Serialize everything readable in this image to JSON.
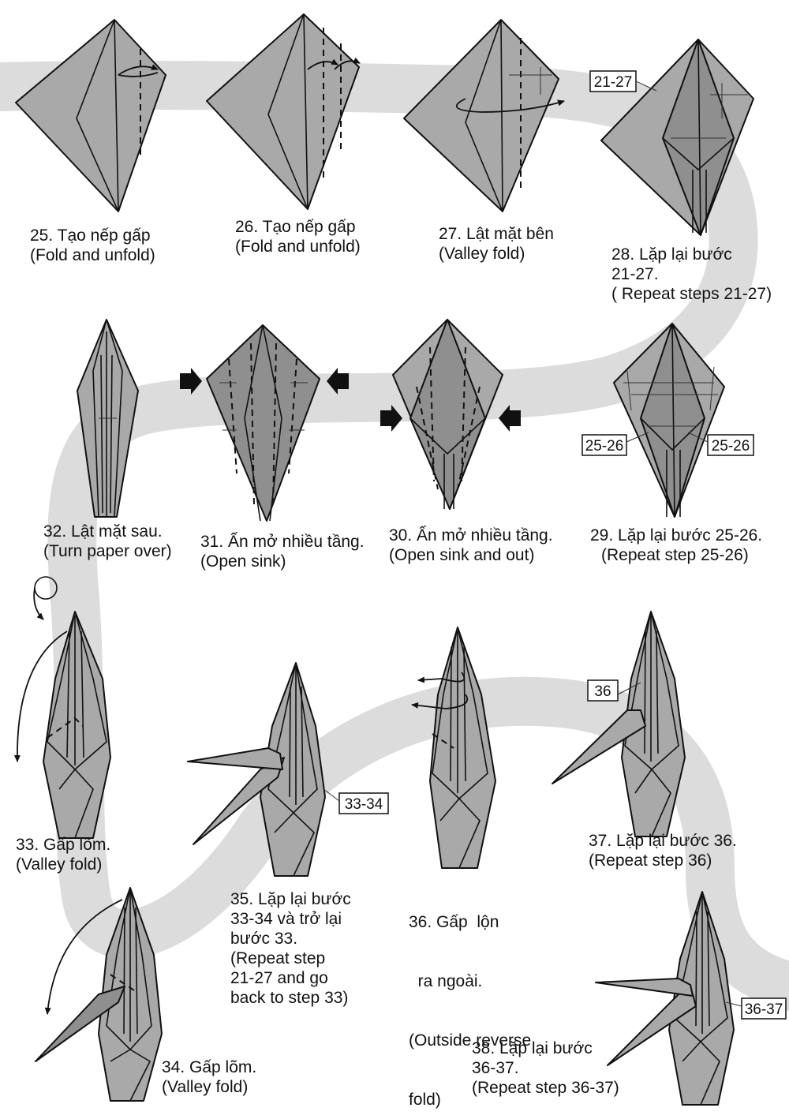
{
  "steps": [
    {
      "id": "25",
      "lines": [
        "25. Tạo nếp gấp",
        "(Fold and unfold)"
      ]
    },
    {
      "id": "26",
      "lines": [
        "26. Tạo nếp gấp",
        "(Fold and unfold)"
      ]
    },
    {
      "id": "27",
      "lines": [
        "27. Lật mặt bên",
        "(Valley fold)"
      ]
    },
    {
      "id": "28",
      "lines": [
        "28. Lặp lại bước",
        "21-27.",
        "( Repeat steps 21-27)"
      ]
    },
    {
      "id": "29",
      "lines": [
        "29. Lặp lại bước 25-26.",
        "(Repeat step 25-26)"
      ]
    },
    {
      "id": "30",
      "lines": [
        "30. Ấn mở nhiều tầng.",
        "(Open sink and out)"
      ]
    },
    {
      "id": "31",
      "lines": [
        "31. Ấn mở nhiều tầng.",
        "(Open sink)"
      ]
    },
    {
      "id": "32",
      "lines": [
        "32. Lật mặt sau.",
        "(Turn paper over)"
      ]
    },
    {
      "id": "33",
      "lines": [
        "33. Gấp lõm.",
        "(Valley fold)"
      ]
    },
    {
      "id": "34",
      "lines": [
        "34. Gấp lõm.",
        "(Valley fold)"
      ]
    },
    {
      "id": "35",
      "lines": [
        "35. Lặp lại bước",
        "33-34 và trở lại",
        "bước 33.",
        "(Repeat step",
        "21-27 and go",
        "back to step 33)"
      ]
    },
    {
      "id": "36",
      "lines": [
        "36. Gấp  lộn",
        "  ra ngoài.",
        "(Outside reverse",
        "fold)"
      ]
    },
    {
      "id": "37",
      "lines": [
        "37. Lặp lại bước 36.",
        "(Repeat step 36)"
      ]
    },
    {
      "id": "38",
      "lines": [
        "38. Lặp lại bước",
        "36-37.",
        "(Repeat step 36-37)"
      ]
    }
  ],
  "reference_labels": {
    "step28": "21-27",
    "step29_left": "25-26",
    "step29_right": "25-26",
    "step35": "33-34",
    "step37": "36",
    "step38": "36-37"
  },
  "colors": {
    "paper": "#a9a9a9",
    "paper_dark": "#8f8f8f",
    "path_band": "#dcdcdc",
    "line": "#111111"
  }
}
